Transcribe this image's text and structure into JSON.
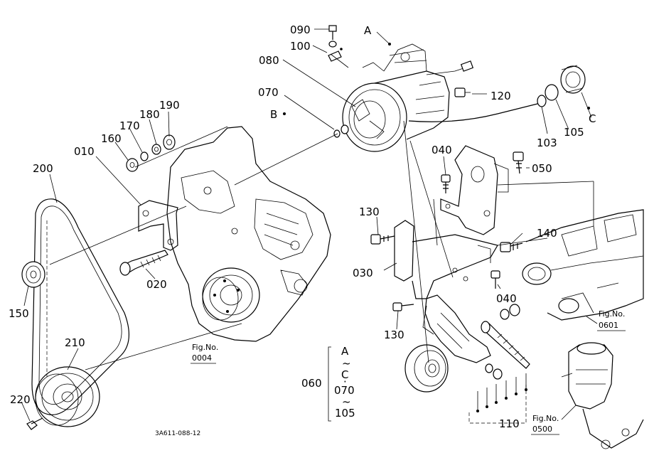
{
  "callouts": {
    "c090": "090",
    "c100": "100",
    "c080": "080",
    "c070": "070",
    "c120": "120",
    "c190": "190",
    "c180": "180",
    "c170": "170",
    "c160": "160",
    "c010": "010",
    "c200": "200",
    "c020": "020",
    "c150": "150",
    "c210": "210",
    "c220": "220",
    "c040a": "040",
    "c050": "050",
    "c130a": "130",
    "c140": "140",
    "c030": "030",
    "c040b": "040",
    "c130b": "130",
    "c103": "103",
    "c105": "105",
    "c110": "110",
    "c060": "060"
  },
  "markers": {
    "A": "A",
    "B": "B",
    "C": "C"
  },
  "range": {
    "from": "A",
    "sep1": "~",
    "to": "C",
    "dot": "·",
    "p070": "070",
    "sep2": "~",
    "p105": "105"
  },
  "refs": {
    "fig0004_a": "Fig.No.",
    "fig0004_b": "0004",
    "fig0601_a": "Fig.No.",
    "fig0601_b": "0601",
    "fig0500_a": "Fig.No.",
    "fig0500_b": "0500"
  },
  "drawing_code": "3A611-088-12"
}
